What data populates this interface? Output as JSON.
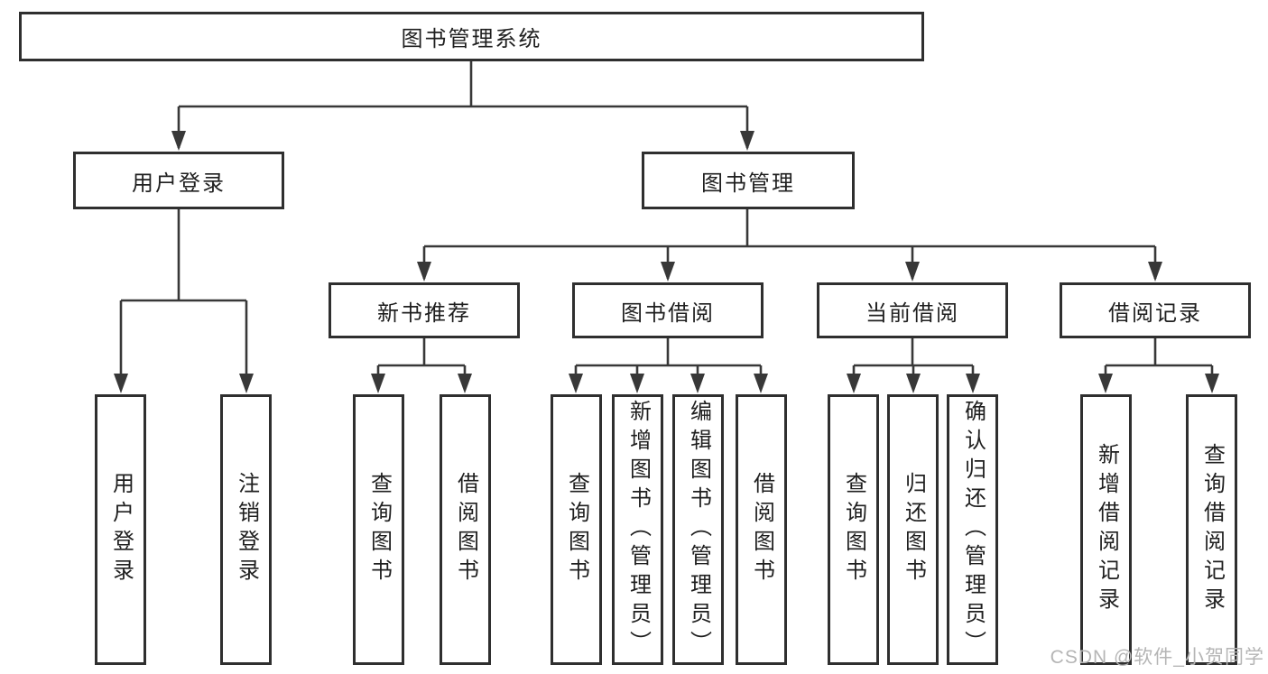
{
  "title": "图书管理系统",
  "watermark": "CSDN @软件_小贺同学",
  "colors": {
    "line": "#383838",
    "box_border": "#2f2f2f",
    "box_fill": "#ffffff",
    "text": "#1f1f1f",
    "watermark": "#b5b5b5"
  },
  "level2": {
    "user_login": "用户登录",
    "book_management": "图书管理"
  },
  "level3": {
    "new_book_recommend": "新书推荐",
    "book_borrow": "图书借阅",
    "current_borrow": "当前借阅",
    "borrow_record": "借阅记录"
  },
  "leaves": {
    "user_login": "用户登录",
    "logout": "注销登录",
    "rec_query_book": "查询图书",
    "rec_borrow_book": "借阅图书",
    "bb_query_book": "查询图书",
    "bb_add_book": "新增图书（管理员）",
    "bb_edit_book": "编辑图书（管理员）",
    "bb_borrow_book": "借阅图书",
    "cb_query_book": "查询图书",
    "cb_return_book": "归还图书",
    "cb_confirm_return": "确认归还（管理员）",
    "br_add_record": "新增借阅记录",
    "br_query_record": "查询借阅记录"
  }
}
